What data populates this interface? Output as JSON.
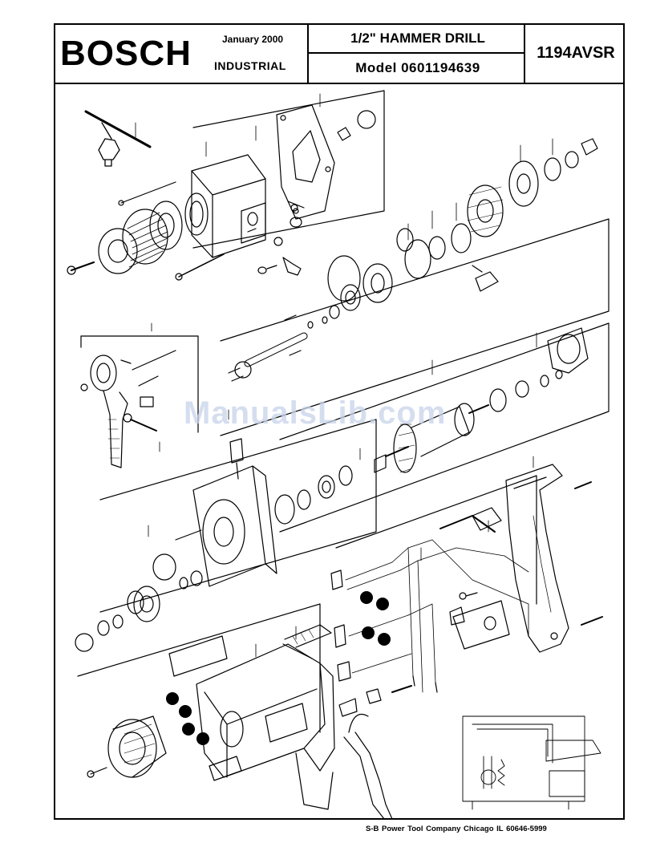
{
  "header": {
    "brand": "BOSCH",
    "date": "January 2000",
    "division": "INDUSTRIAL",
    "title": "1/2\"  HAMMER DRILL",
    "model": "Model  0601194639",
    "model_number": "1194AVSR"
  },
  "watermark": "ManualsLib.com",
  "footer": "S-B Power Tool Company   Chicago IL  60646-5999"
}
